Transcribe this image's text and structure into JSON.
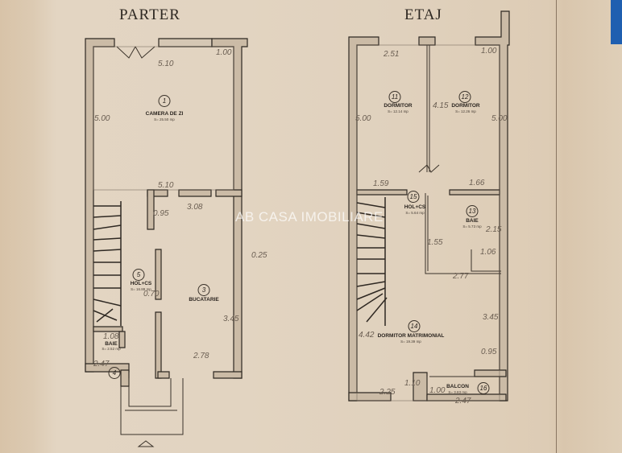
{
  "titles": {
    "ground": "PARTER",
    "upper": "ETAJ"
  },
  "watermark": "AB CASA IMOBILIARE",
  "ground_floor": {
    "rooms": [
      {
        "num": "1",
        "name": "CAMERA DE ZI",
        "area": "S= 25.50 mp"
      },
      {
        "num": "3",
        "name": "BUCATARIE",
        "area": ""
      },
      {
        "num": "4",
        "name": "",
        "area": ""
      },
      {
        "num": "5",
        "name": "HOL+CS",
        "area": "S= 16.88 mp"
      },
      {
        "name": "BAIE",
        "area": "S= 2.52 mp"
      }
    ],
    "dimensions": {
      "top_width": "5.10",
      "window_offset": "1.00",
      "left_height": "5.00",
      "mid_width": "5.10",
      "kitchen_width": "3.08",
      "kitchen_left": "0.95",
      "wall_gap": "0.25",
      "door": "0.70",
      "kitchen_height": "3.45",
      "kitchen_bottom": "2.78",
      "bath_width": "1.08",
      "bath_height": "2.47"
    }
  },
  "upper_floor": {
    "rooms": [
      {
        "num": "11",
        "name": "DORMITOR",
        "area": "S= 12.14 mp"
      },
      {
        "num": "12",
        "name": "DORMITOR",
        "area": "S= 12.26 mp"
      },
      {
        "num": "13",
        "name": "BAIE",
        "area": "S= 5.73 mp"
      },
      {
        "num": "14",
        "name": "DORMITOR MATRIMONIAL",
        "area": "S= 19.39 mp"
      },
      {
        "num": "15",
        "name": "HOL+CS",
        "area": "S= 5.64 mp"
      },
      {
        "num": "16",
        "name": "BALCON",
        "area": "S= 3.83 mp"
      }
    ],
    "dimensions": {
      "room11_width": "2.51",
      "window_offset": "1.00",
      "left_height": "5.00",
      "mid_height": "4.15",
      "right_height": "5.00",
      "room11_bottom": "1.59",
      "room12_bottom": "1.66",
      "hall_height": "1.55",
      "bath_height": "2.15",
      "bath_inner": "1.06",
      "master_width": "2.77",
      "master_height": "3.45",
      "master_left": "4.42",
      "master_right": "0.95",
      "balcony_height": "1.10",
      "balcony_depth": "1.00",
      "bottom_left": "2.25",
      "balcony_width": "2.47"
    }
  }
}
